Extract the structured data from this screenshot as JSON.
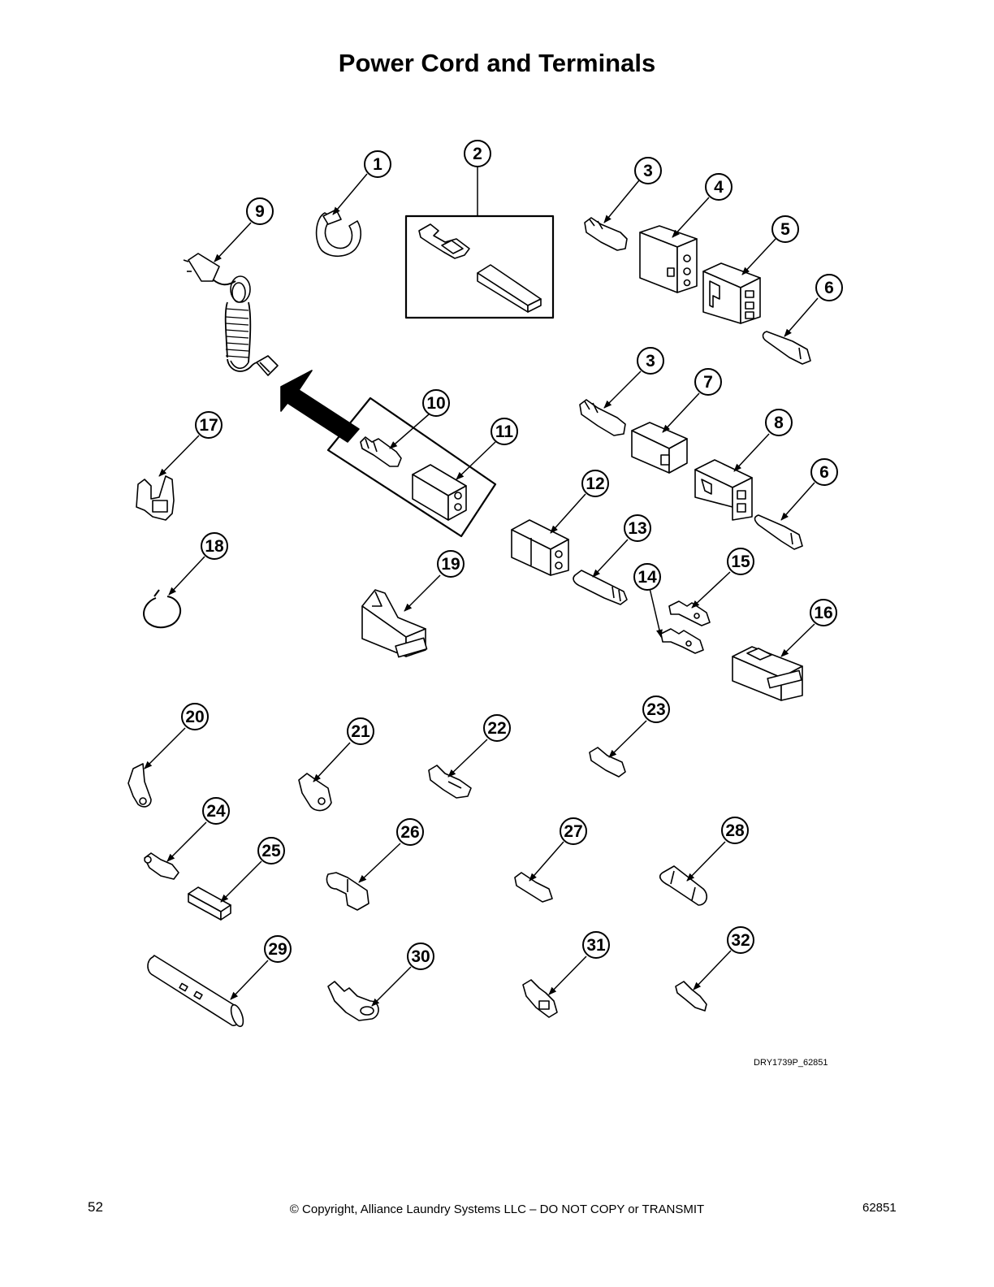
{
  "title": "Power Cord and Terminals",
  "callouts": [
    "1",
    "2",
    "3",
    "4",
    "5",
    "6",
    "3",
    "7",
    "8",
    "6",
    "9",
    "10",
    "11",
    "12",
    "13",
    "14",
    "15",
    "16",
    "17",
    "18",
    "19",
    "20",
    "21",
    "22",
    "23",
    "24",
    "25",
    "26",
    "27",
    "28",
    "29",
    "30",
    "31",
    "32"
  ],
  "drawing_id": "DRY1739P_62851",
  "footer": {
    "page_number": "52",
    "copyright": "© Copyright, Alliance Laundry Systems LLC – DO NOT COPY or TRANSMIT",
    "doc_number": "62851"
  }
}
